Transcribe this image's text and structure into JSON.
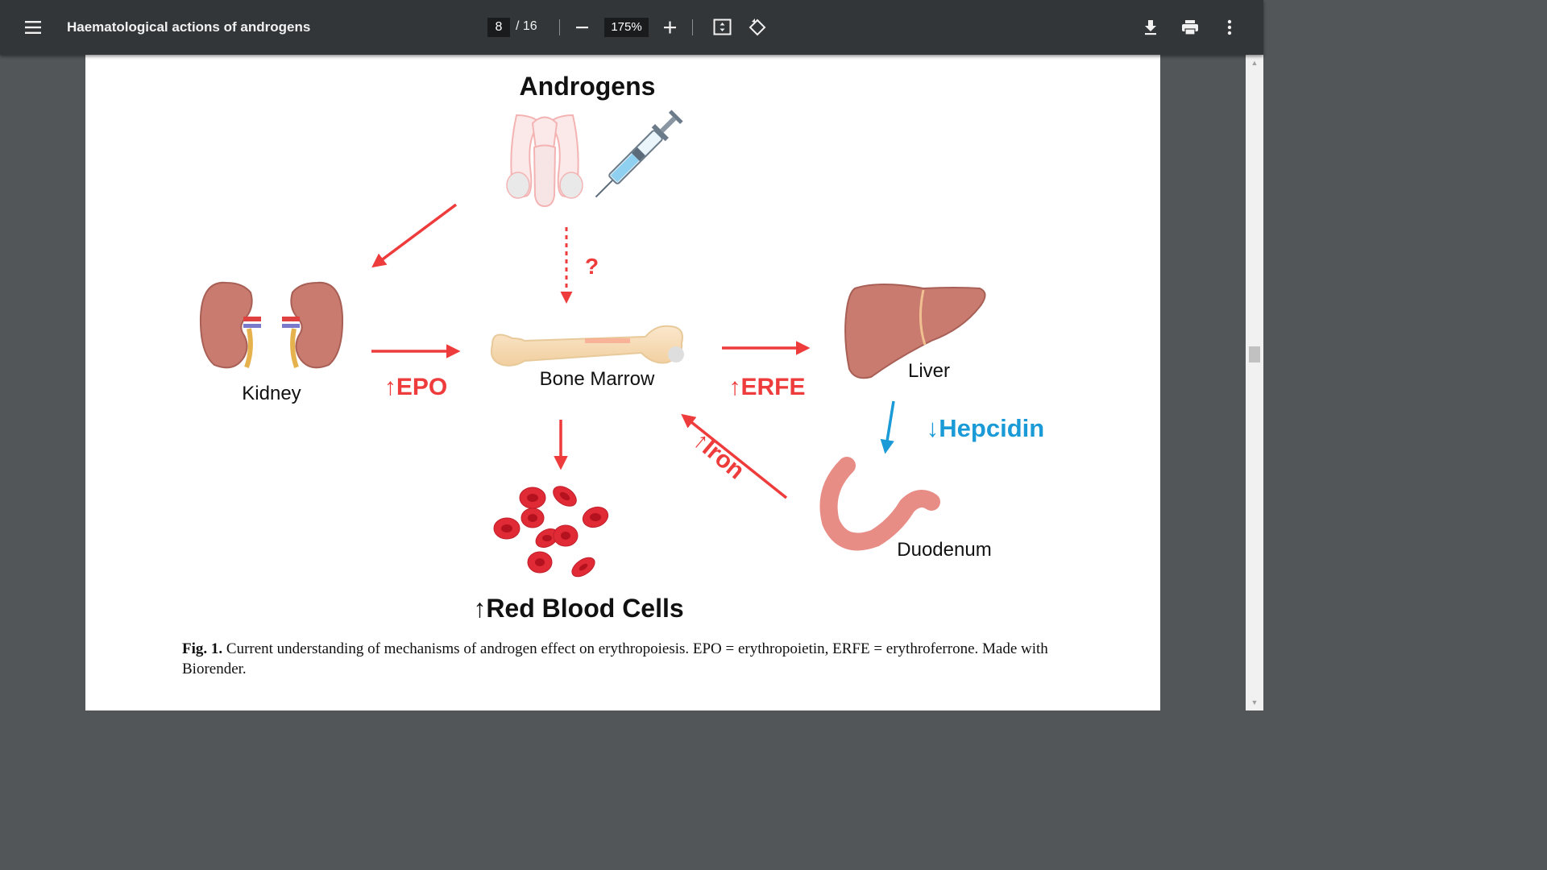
{
  "toolbar": {
    "title": "Haematological actions of androgens",
    "page_current": "8",
    "page_total": "/ 16",
    "zoom": "175%",
    "icons": [
      "menu-icon",
      "zoom-out-icon",
      "zoom-in-icon",
      "fit-page-icon",
      "rotate-icon",
      "download-icon",
      "print-icon",
      "more-vert-icon"
    ]
  },
  "figure": {
    "androgens": "Androgens",
    "question": "?",
    "kidney": "Kidney",
    "epo": "↑EPO",
    "bone_marrow": "Bone Marrow",
    "erfe": "↑ERFE",
    "liver": "Liver",
    "hepcidin": "↓Hepcidin",
    "iron": "↑Iron",
    "duodenum": "Duodenum",
    "rbc": "↑Red Blood Cells",
    "colors": {
      "red": "#ee3b3b",
      "blue": "#1a9ad6",
      "organ": "#c97b70"
    }
  },
  "caption": {
    "label": "Fig. 1.",
    "text": "Current understanding of mechanisms of androgen effect on erythropoiesis. EPO = erythropoietin, ERFE = erythroferrone. Made with Biorender."
  }
}
